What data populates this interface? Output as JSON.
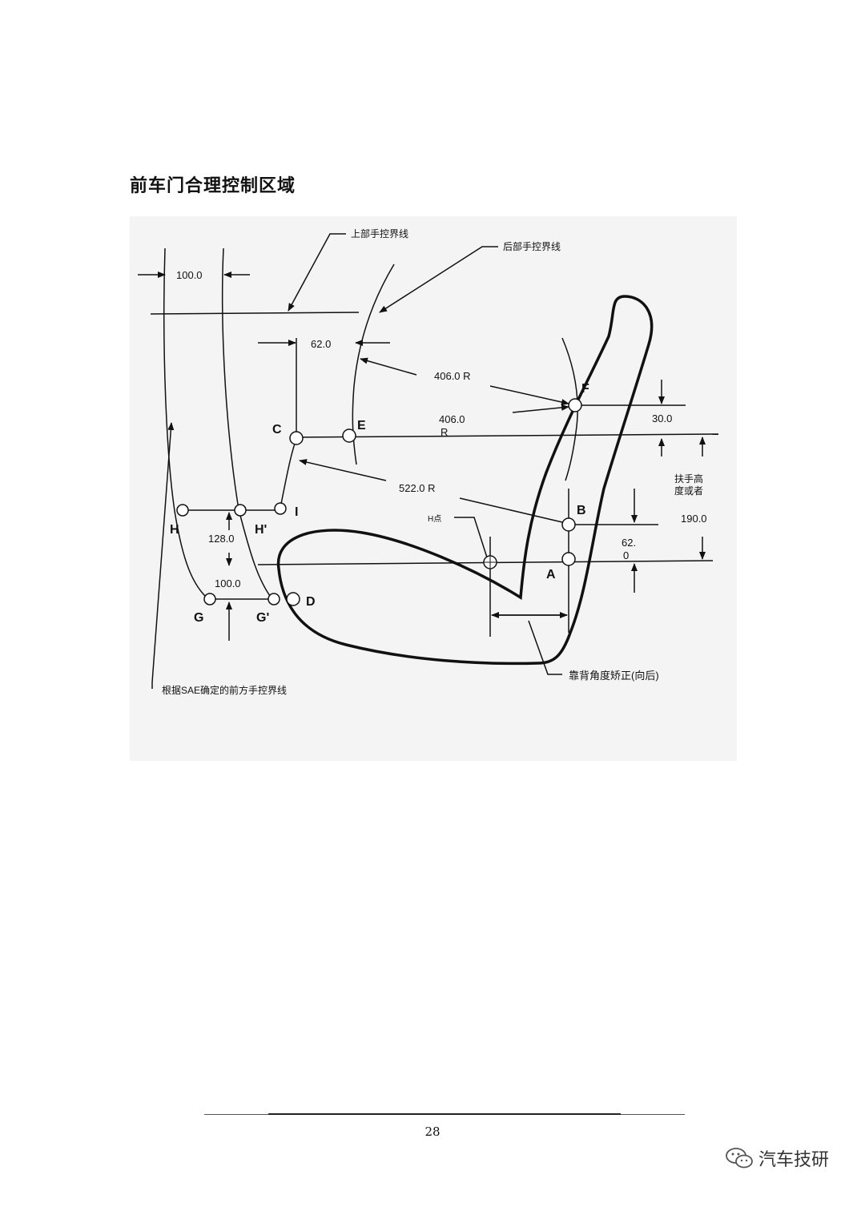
{
  "document": {
    "title": "前车门合理控制区域",
    "page_number": "28"
  },
  "figure": {
    "callouts": {
      "upper_line": "上部手控界线",
      "rear_line": "后部手控界线",
      "front_line": "根据SAE确定的前方手控界线",
      "h_point": "H点",
      "backrest_correction": "靠背角度矫正(向后)",
      "armrest_height_1": "扶手高",
      "armrest_height_2": "度或者"
    },
    "dimensions": {
      "d100_top": "100.0",
      "d62_top": "62.0",
      "r406_upper": "406.0  R",
      "r406_mid_1": "406.0",
      "r406_mid_2": "R",
      "r522": "522.0  R",
      "d30": "30.0",
      "d190": "190.0",
      "d62_side_1": "62.",
      "d62_side_2": "0",
      "d128": "128.0",
      "d100_bottom": "100.0"
    },
    "points": {
      "A": "A",
      "B": "B",
      "C": "C",
      "D": "D",
      "E": "E",
      "F": "F",
      "G": "G",
      "G_prime": "G'",
      "H": "H",
      "H_prime": "H'",
      "I": "I"
    }
  },
  "watermark": {
    "text": "汽车技研",
    "icon": "wechat-icon"
  }
}
